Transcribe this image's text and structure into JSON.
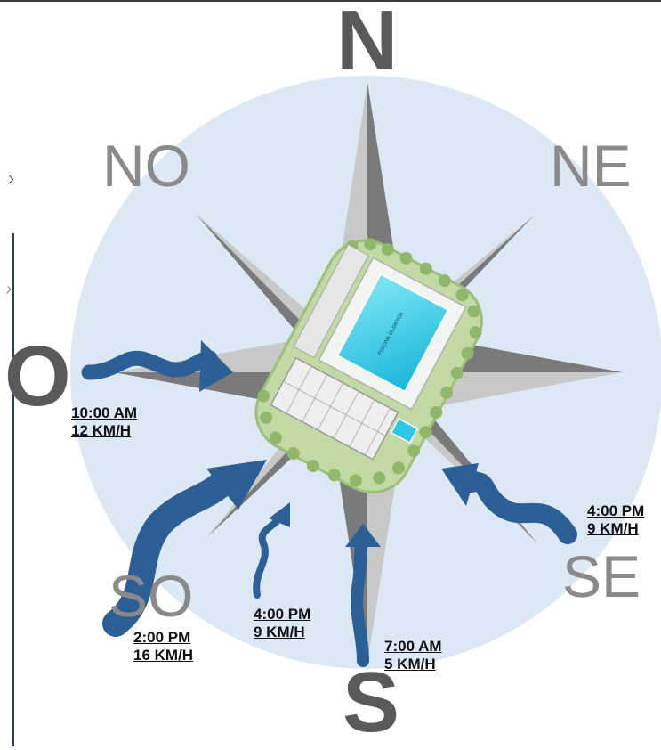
{
  "directions": {
    "n": "N",
    "no": "NO",
    "ne": "NE",
    "o": "O",
    "so": "SO",
    "se": "SE",
    "s": "S"
  },
  "pool_sign": "PISCINA OLÍMPICA",
  "winds": [
    {
      "time": "10:00 AM",
      "speed": "12 KM/H"
    },
    {
      "time": "4:00 PM",
      "speed": "9 KM/H"
    },
    {
      "time": "2:00 PM",
      "speed": "16 KM/H"
    },
    {
      "time": "4:00 PM",
      "speed": "9 KM/H"
    },
    {
      "time": "7:00 AM",
      "speed": "5 KM/H"
    }
  ],
  "colors": {
    "compass_disc": "#dce8f4",
    "arrow": "#2d5f97",
    "star_light": "#c8c8c8",
    "star_dark": "#7a7a7a",
    "site_green": "#c3d9a4",
    "pool": "#2fc6e3"
  }
}
